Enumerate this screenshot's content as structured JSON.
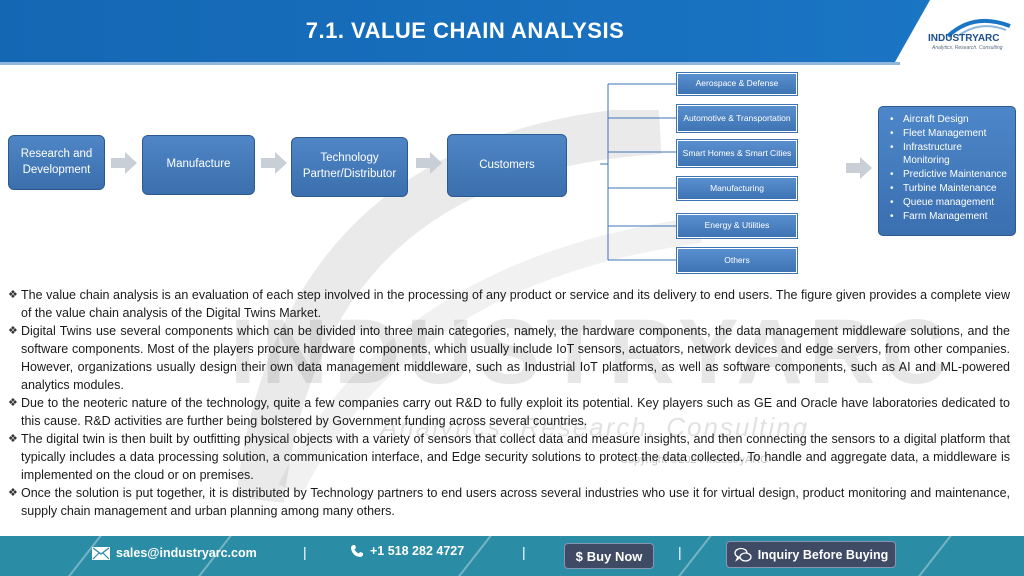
{
  "header": {
    "title": "7.1. VALUE CHAIN ANALYSIS",
    "logo_text": "INDUSTRYARC",
    "logo_sub": "Analytics. Research. Consulting"
  },
  "watermark": {
    "word": "INDUSTRYARC",
    "sub": "Analytics. Research. Consulting",
    "copyright": "Copyright ©2024 IndustryARC"
  },
  "diagram": {
    "stages": [
      "Research and Development",
      "Manufacture",
      "Technology Partner/Distributor",
      "Customers"
    ],
    "end_users": [
      "Aerospace & Defense",
      "Automotive & Transportation",
      "Smart Homes & Smart Cities",
      "Manufacturing",
      "Energy & Utilities",
      "Others"
    ],
    "applications": [
      "Aircraft Design",
      "Fleet Management",
      "Infrastructure Monitoring",
      "Predictive Maintenance",
      "Turbine Maintenance",
      "Queue management",
      "Farm Management"
    ],
    "colors": {
      "box": "#3e74b4",
      "arrow": "#c9cfd6",
      "connector": "#3e74b4"
    }
  },
  "paragraphs": [
    "The value chain analysis is an evaluation of each step involved in the processing of any product or service and its delivery to end users. The figure given provides a complete view of the value chain analysis of the Digital Twins Market.",
    "Digital Twins use several components which can be divided into three main categories, namely, the hardware components, the data management middleware solutions, and the software components. Most of the players procure hardware components, which usually include IoT sensors, actuators, network devices and edge servers, from other companies. However, organizations usually design their own data management middleware, such as Industrial IoT platforms, as well as software components, such as AI and ML-powered analytics modules.",
    "Due to the neoteric nature of the technology, quite a few companies carry out R&D to fully exploit its potential. Key players such as GE and Oracle have laboratories dedicated to this cause. R&D activities are further being bolstered by Government funding across several countries.",
    "The digital twin is then built by outfitting physical objects with a variety of sensors that collect data and measure insights, and then connecting the sensors to a digital platform that typically includes a data processing solution, a communication interface, and Edge security solutions to protect the data collected. To handle and aggregate data, a middleware is implemented on the cloud or on premises.",
    "Once the solution is put together, it is distributed by Technology partners to end users across several industries who use it for virtual design, product monitoring and maintenance, supply chain management and urban planning among many others."
  ],
  "footer": {
    "email": "sales@industryarc.com",
    "phone": "+1 518 282 4727",
    "buy_label": "Buy Now",
    "buy_symbol": "$",
    "inquiry_label": "Inquiry Before Buying",
    "separator": "|",
    "bg_color": "#2b8ca6"
  }
}
